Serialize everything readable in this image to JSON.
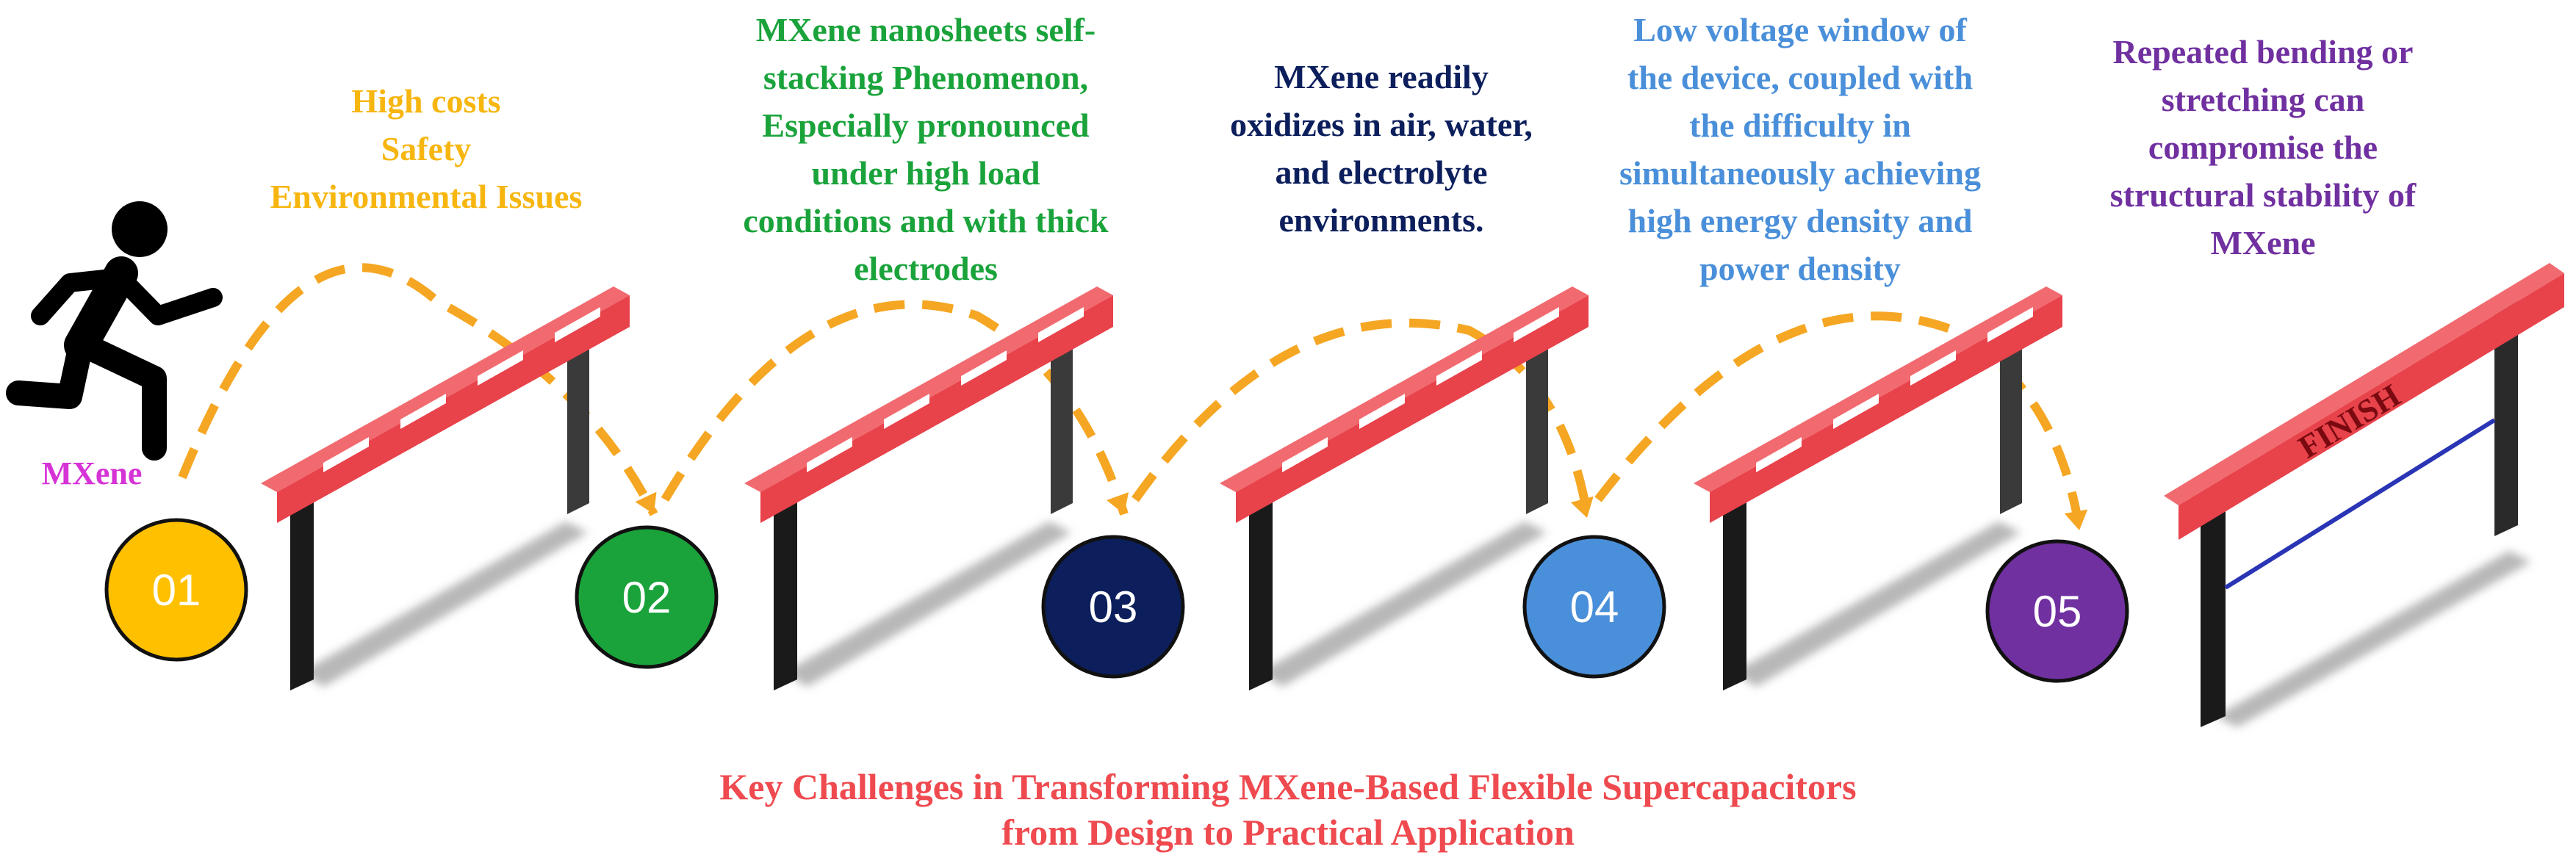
{
  "runner_label": "MXene",
  "obstacles": [
    {
      "number": "01",
      "color": "#FFC000",
      "lines": [
        "High costs",
        "Safety",
        "Environmental Issues"
      ]
    },
    {
      "number": "02",
      "color": "#1AA33B",
      "lines": [
        "MXene nanosheets self-",
        "stacking Phenomenon,",
        "Especially pronounced",
        "under high load",
        "conditions and with thick",
        "electrodes"
      ]
    },
    {
      "number": "03",
      "color": "#0C1F5C",
      "lines": [
        "MXene readily",
        "oxidizes in air, water,",
        "and electrolyte",
        "environments."
      ]
    },
    {
      "number": "04",
      "color": "#4A8FD9",
      "lines": [
        "Low voltage window of",
        "the device, coupled with",
        "the difficulty in",
        "simultaneously achieving",
        "high energy density and",
        "power density"
      ]
    },
    {
      "number": "05",
      "color": "#7030A0",
      "lines": [
        "Repeated bending or",
        "stretching can",
        "compromise the",
        "structural stability of",
        "MXene"
      ]
    }
  ],
  "finish_text": "FINISH",
  "title_lines": [
    "Key Challenges in Transforming MXene-Based Flexible Supercapacitors",
    "from Design to Practical Application"
  ],
  "colors": {
    "runner_label": "#D633D6",
    "jump_arc": "#F5A623",
    "hurdle_bar": "#E8424B",
    "hurdle_post": "#1A1A1A",
    "finish_line": "#2A35B5",
    "title": "#EF4A4F",
    "label_01": "#F7B60F",
    "label_02": "#1AA33B",
    "label_03": "#0C1F5C",
    "label_04": "#4A8FD9",
    "label_05": "#7030A0"
  },
  "icons": [
    "running-person-icon",
    "hurdle-icon",
    "finish-hurdle-icon"
  ]
}
